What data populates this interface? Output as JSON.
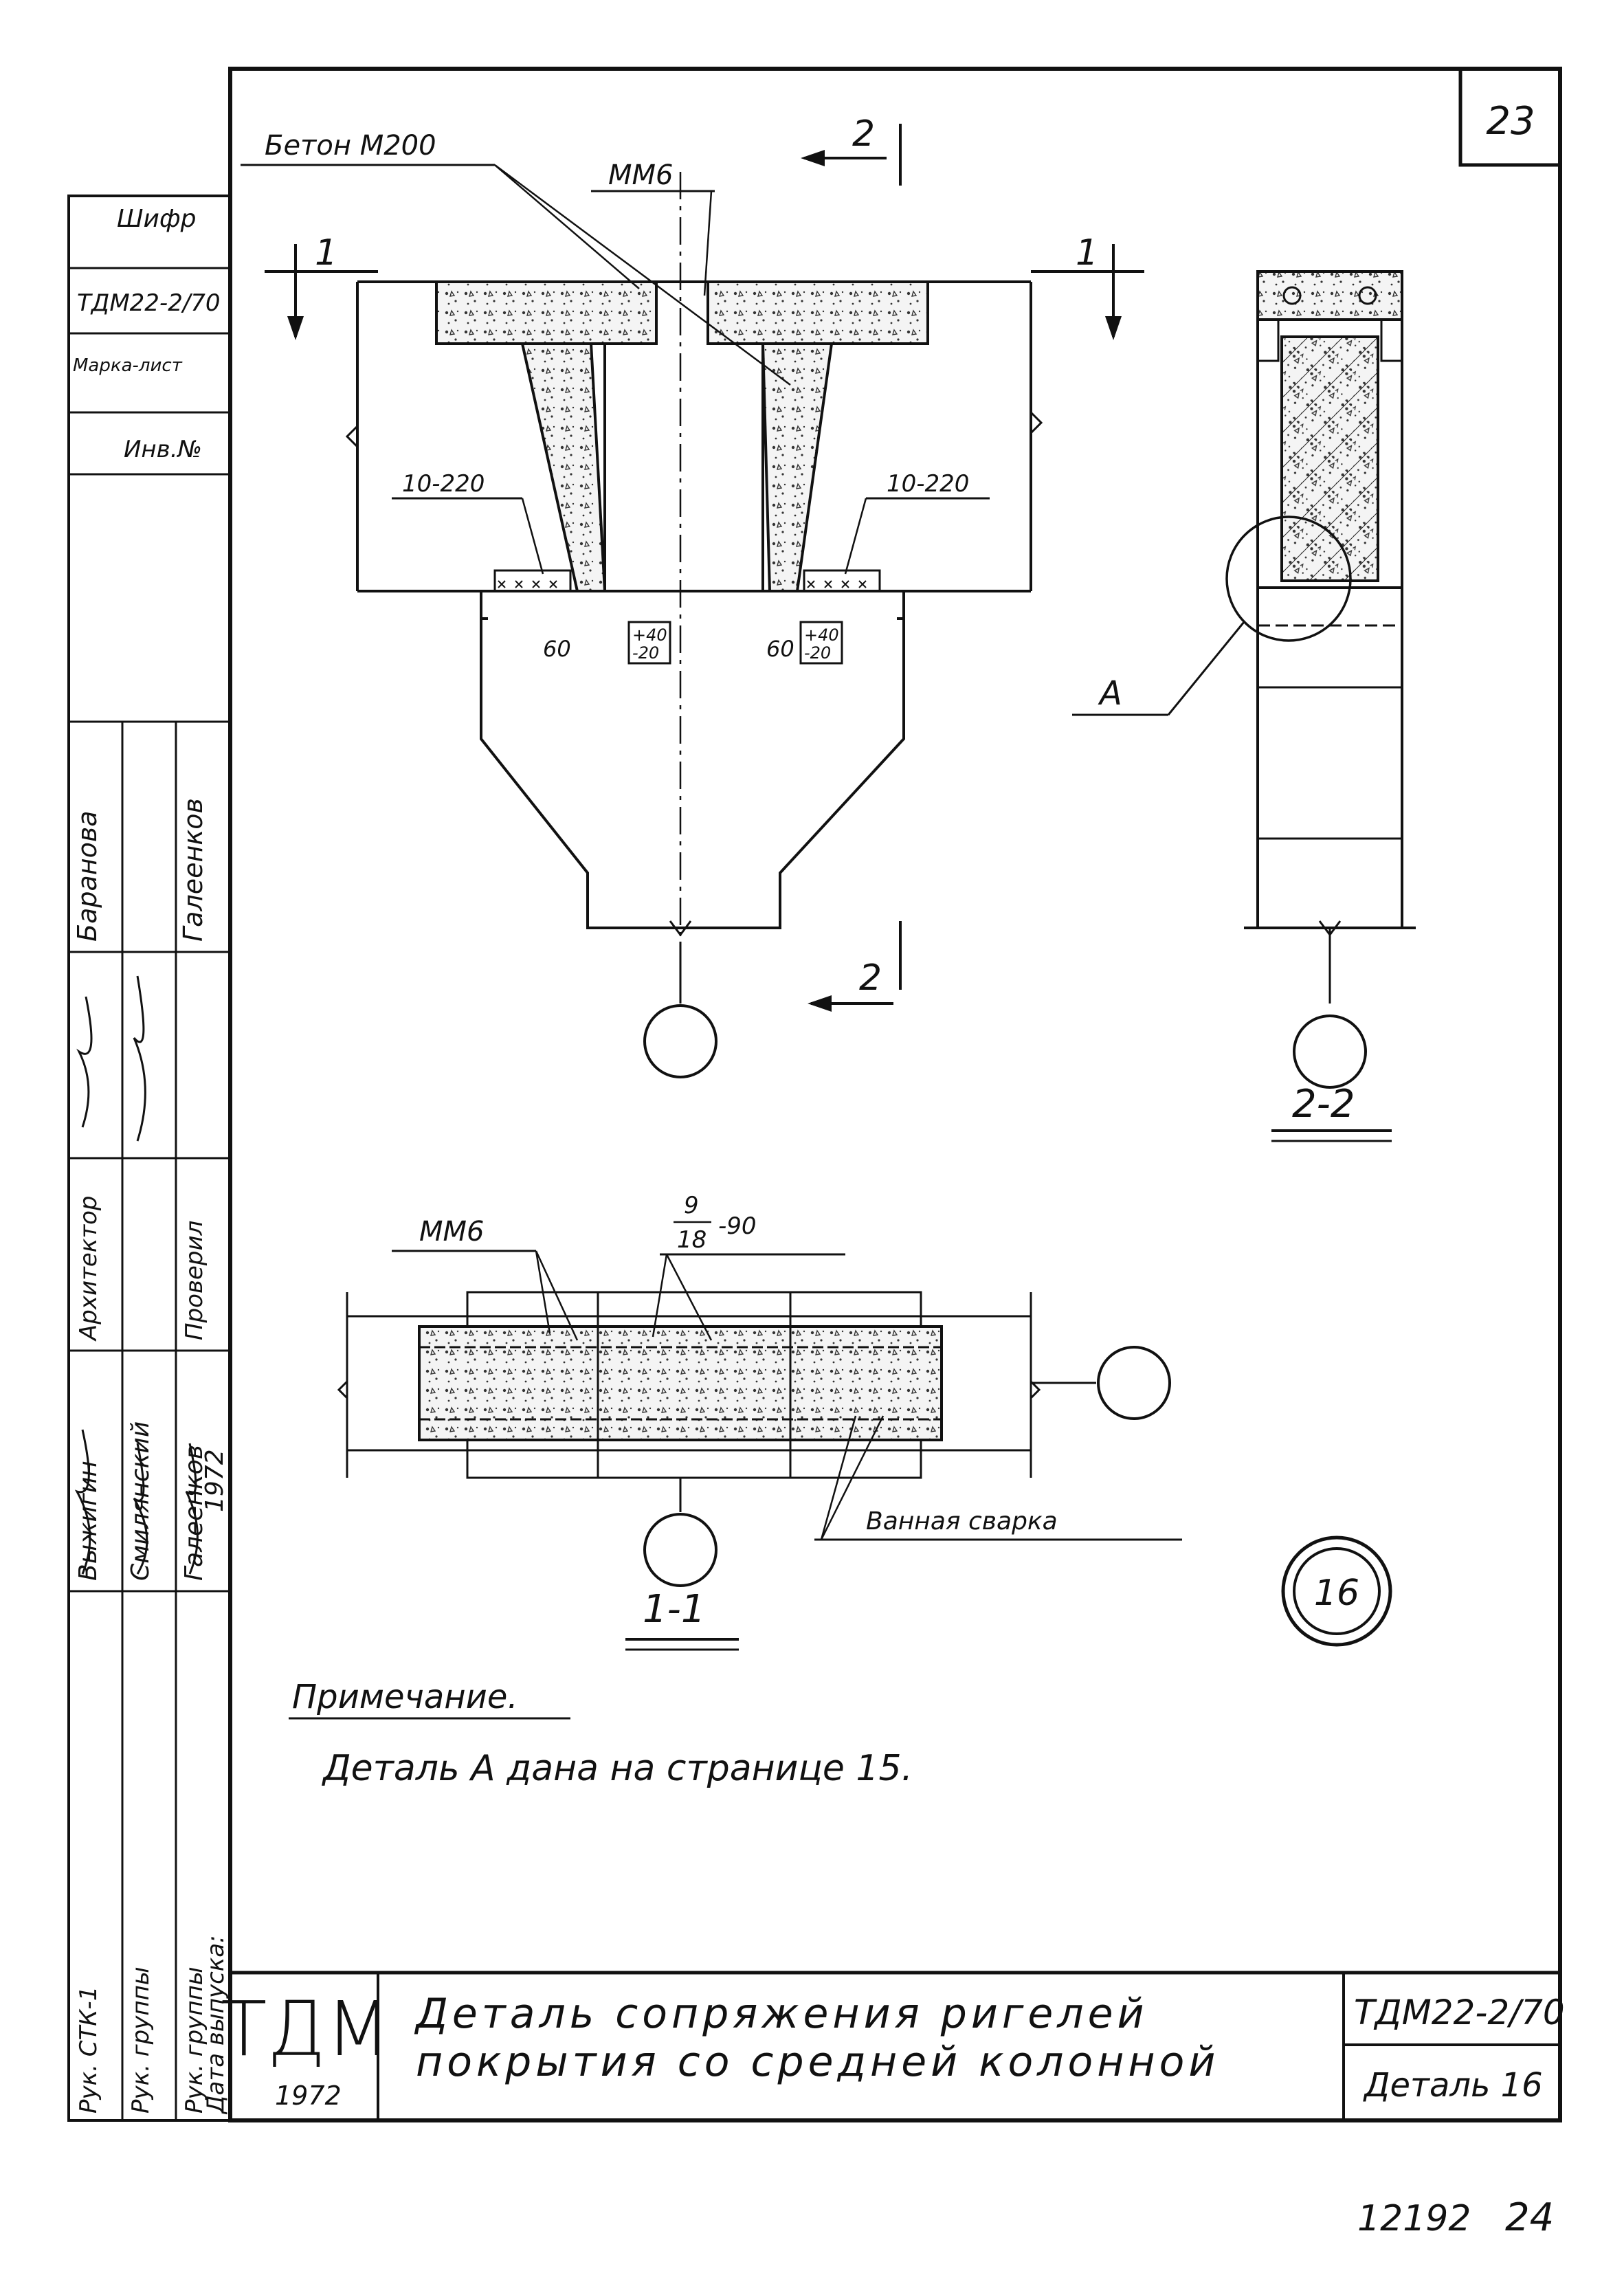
{
  "sheet": {
    "page_number": "23",
    "code": "ТДМ22-2/70",
    "detail_label": "Деталь 16",
    "detail_number": "16",
    "publisher": "ТДМ",
    "publisher_year": "1972",
    "title_line1": "Деталь сопряжения ригелей",
    "title_line2": "покрытия со средней колонной",
    "archive_number": "12192",
    "archive_page": "24"
  },
  "left_stamp": {
    "cipher_label": "Шифр",
    "cipher_value": "ТДМ22-2/70",
    "mark_label": "Марка-лист",
    "inv_label": "Инв.№",
    "roles": [
      "Рук. СТК-1",
      "Рук. группы",
      "Рук. группы",
      "Дата выпуска:"
    ],
    "role_names": [
      "Выжигин",
      "Смилянский",
      "Галеенков",
      "1972"
    ],
    "architect_column": [
      "Архитектор",
      "Проверил"
    ],
    "architect_names": [
      "Баранова",
      "Галеенков"
    ]
  },
  "section_view": {
    "concrete_label": "Бетон М200",
    "mm6_label": "ММ6",
    "rebar_left": "10-220",
    "rebar_right": "10-220",
    "dim_left": "60",
    "dim_right": "60",
    "tol_left": [
      "+40",
      "-20"
    ],
    "tol_right": [
      "+40",
      "-20"
    ],
    "cut1_left": "1",
    "cut1_right": "1",
    "cut2_top": "2",
    "cut2_bottom": "2"
  },
  "side_view": {
    "callout": "А",
    "title": "2-2"
  },
  "plan_view": {
    "mm6_label": "ММ6",
    "bars_numerator": "9",
    "bars_denominator": "18",
    "bars_suffix": "-90",
    "weld_label": "Ванная сварка",
    "title": "1-1"
  },
  "note": {
    "heading": "Примечание.",
    "text": "Деталь А дана на странице 15."
  }
}
